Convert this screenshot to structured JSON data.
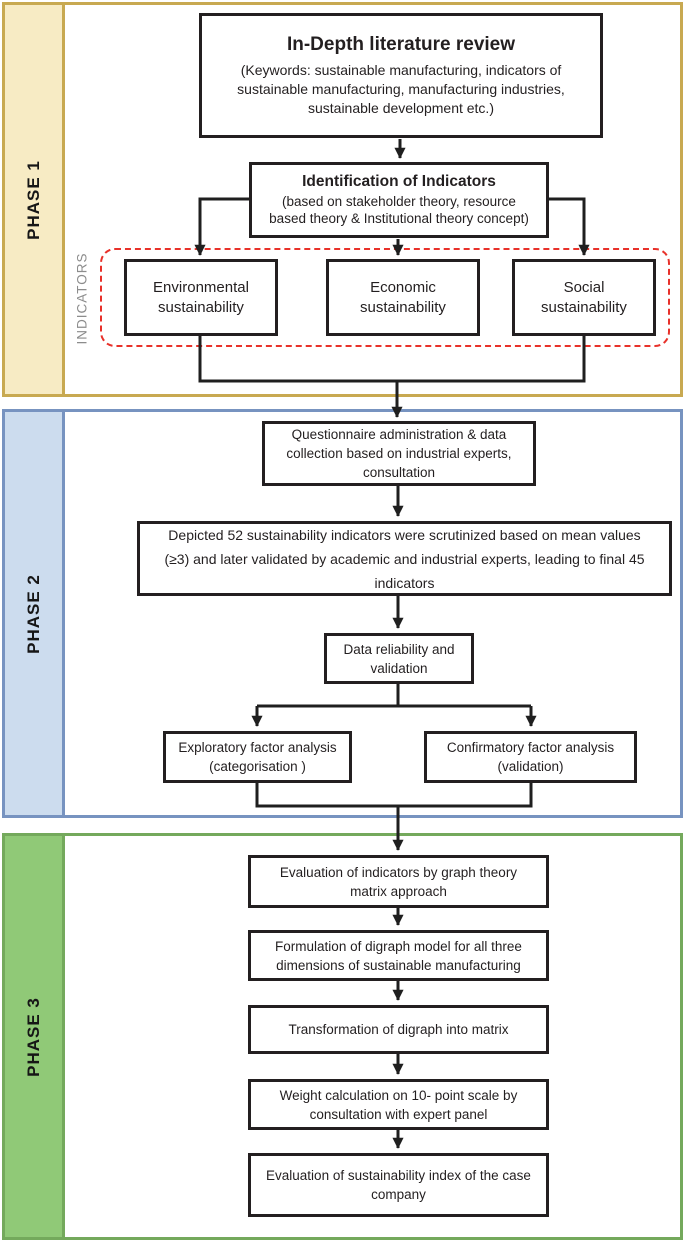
{
  "diagram": {
    "phase1": {
      "label": "PHASE 1",
      "literature_box": {
        "title": "In-Depth literature review",
        "body": "(Keywords: sustainable manufacturing, indicators of\nsustainable manufacturing, manufacturing industries,\nsustainable development etc.)"
      },
      "identification_box": {
        "title": "Identification of Indicators",
        "body": "(based on stakeholder theory, resource\nbased theory & Institutional theory concept)"
      },
      "indicators_region_label": "INDICATORS",
      "indicator_boxes": [
        {
          "label": "Environmental\nsustainability"
        },
        {
          "label": "Economic\nsustainability"
        },
        {
          "label": "Social\nsustainability"
        }
      ]
    },
    "phase2": {
      "label": "PHASE 2",
      "questionnaire_box": "Questionnaire administration & data\ncollection based on industrial experts,\nconsultation",
      "scrutiny_box": "Depicted 52 sustainability indicators were scrutinized based on mean values\n(≥3) and later validated by academic and industrial experts, leading to final 45\nindicators",
      "reliability_box": "Data reliability and\nvalidation",
      "efa_box": "Exploratory factor analysis\n(categorisation )",
      "cfa_box": "Confirmatory factor analysis\n(validation)"
    },
    "phase3": {
      "label": "PHASE 3",
      "steps": [
        "Evaluation of indicators by graph theory\nmatrix approach",
        "Formulation of digraph model for all three\ndimensions of sustainable manufacturing",
        "Transformation of digraph into matrix",
        "Weight calculation on 10- point scale by\nconsultation with expert panel",
        "Evaluation of sustainability index of the case\ncompany"
      ]
    },
    "colors": {
      "phase1_fill": "#f7ebc4",
      "phase1_border": "#c8a951",
      "phase2_fill": "#ccdcee",
      "phase2_border": "#7793c0",
      "phase3_fill": "#90c977",
      "phase3_border": "#74a95c",
      "box_border": "#231f20",
      "connector": "#1f1f1f",
      "indicators_dash": "#e8312a",
      "indicators_text": "#8c8c8c"
    }
  }
}
